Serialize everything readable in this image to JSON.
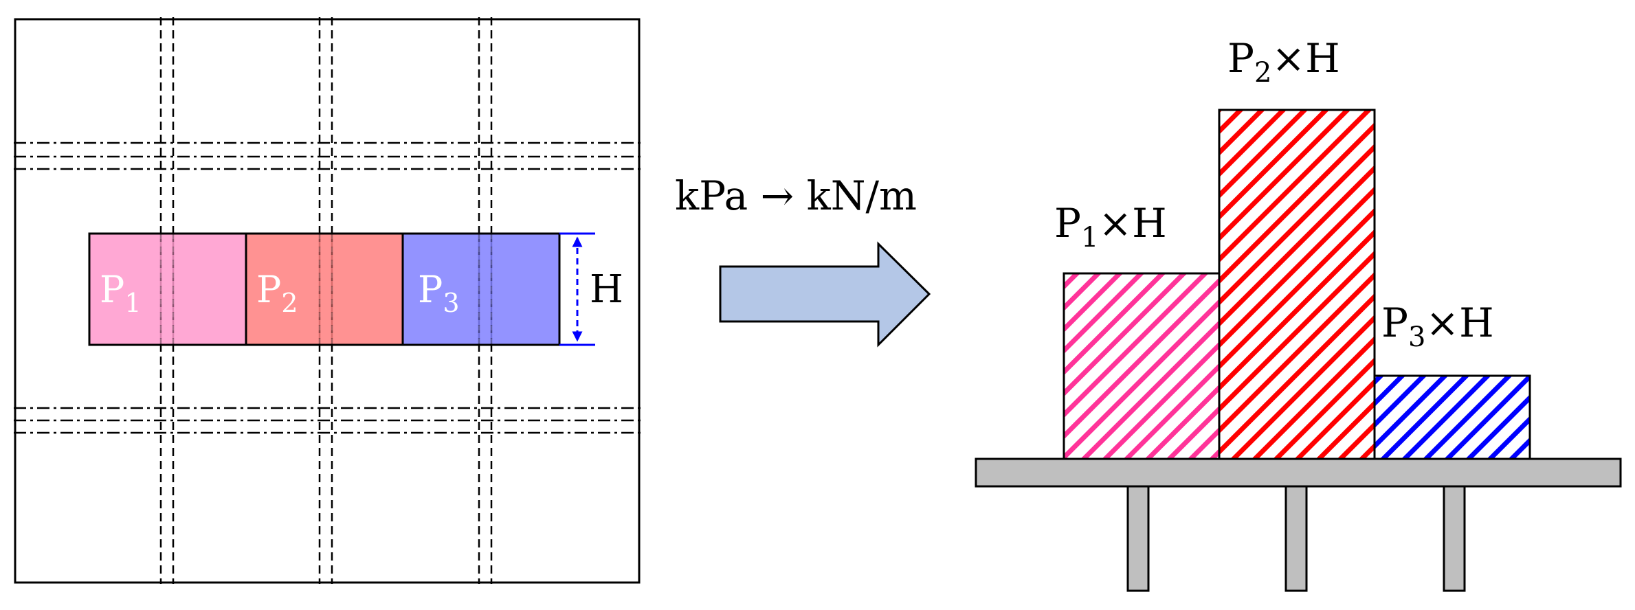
{
  "plan_view": {
    "strips": [
      {
        "label": "P",
        "sub": "1",
        "color": "#ff99cc"
      },
      {
        "label": "P",
        "sub": "2",
        "color": "#ff7f7f"
      },
      {
        "label": "P",
        "sub": "3",
        "color": "#8080ff"
      }
    ],
    "height_label": "H",
    "dimension_color": "#0000ff"
  },
  "arrow": {
    "caption": "kPa → kN/m",
    "fill": "#b4c7e7"
  },
  "elevation": {
    "loads": [
      {
        "label": "P",
        "sub": "1",
        "suffix": "×H",
        "color": "#ff3399"
      },
      {
        "label": "P",
        "sub": "2",
        "suffix": "×H",
        "color": "#ff0000"
      },
      {
        "label": "P",
        "sub": "3",
        "suffix": "×H",
        "color": "#0000ff"
      }
    ],
    "deck_color": "#bfbfbf"
  }
}
